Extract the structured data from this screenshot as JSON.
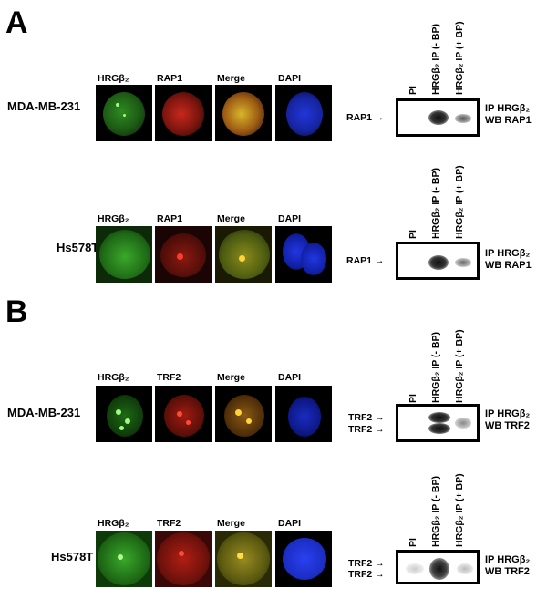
{
  "panels": [
    {
      "letter": "A",
      "rows": [
        {
          "cell_line": "MDA-MB-231",
          "channels": [
            "HRGβ₂",
            "RAP1",
            "Merge",
            "DAPI"
          ],
          "lanes": [
            "PI",
            "HRGβ₂ IP (- BP)",
            "HRGβ₂ IP (+ BP)"
          ],
          "band_labels": [
            "RAP1 →"
          ],
          "ip_label": "IP HRGβ₂",
          "wb_label": "WB RAP1"
        },
        {
          "cell_line": "Hs578T",
          "channels": [
            "HRGβ₂",
            "RAP1",
            "Merge",
            "DAPI"
          ],
          "lanes": [
            "PI",
            "HRGβ₂ IP (- BP)",
            "HRGβ₂ IP (+ BP)"
          ],
          "band_labels": [
            "RAP1 →"
          ],
          "ip_label": "IP HRGβ₂",
          "wb_label": "WB RAP1"
        }
      ]
    },
    {
      "letter": "B",
      "rows": [
        {
          "cell_line": "MDA-MB-231",
          "channels": [
            "HRGβ₂",
            "TRF2",
            "Merge",
            "DAPI"
          ],
          "lanes": [
            "PI",
            "HRGβ₂ IP (- BP)",
            "HRGβ₂ IP (+ BP)"
          ],
          "band_labels": [
            "TRF2 →",
            "TRF2 →"
          ],
          "ip_label": "IP HRGβ₂",
          "wb_label": "WB TRF2"
        },
        {
          "cell_line": "Hs578T",
          "channels": [
            "HRGβ₂",
            "TRF2",
            "Merge",
            "DAPI"
          ],
          "lanes": [
            "PI",
            "HRGβ₂ IP (- BP)",
            "HRGβ₂ IP (+ BP)"
          ],
          "band_labels": [
            "TRF2 →",
            "TRF2 →"
          ],
          "ip_label": "IP HRGβ₂",
          "wb_label": "WB TRF2"
        }
      ]
    }
  ],
  "colors": {
    "green_channel": "#3fbf2a",
    "red_channel": "#d4231a",
    "merge_channel": "#b8a020",
    "dapi_channel": "#1a2ee0",
    "background": "#000000"
  }
}
